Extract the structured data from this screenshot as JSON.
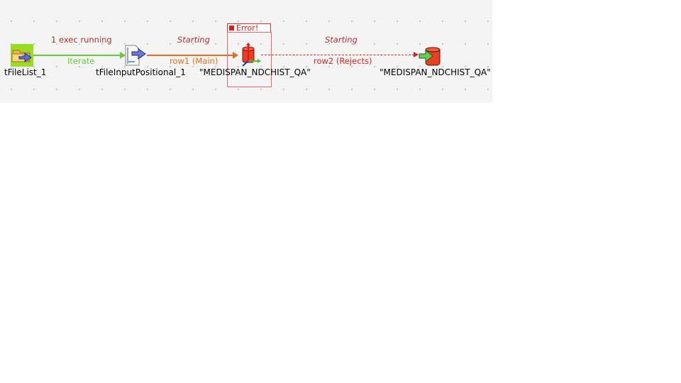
{
  "canvas": {
    "background": "#f4f4f4",
    "nodes": [
      {
        "id": "tFileList_1",
        "label": "tFileList_1",
        "icon": "folder-arrow-icon"
      },
      {
        "id": "tFileInputPositional_1",
        "label": "tFileInputPositional_1",
        "icon": "file-input-positional-icon"
      },
      {
        "id": "db_output_1",
        "label": "\"MEDISPAN_NDCHIST_QA\"",
        "icon": "database-output-icon",
        "error_badge": "Error!"
      },
      {
        "id": "db_output_2",
        "label": "\"MEDISPAN_NDCHIST_QA\"",
        "icon": "database-input-icon"
      }
    ],
    "connections": [
      {
        "from": "tFileList_1",
        "to": "tFileInputPositional_1",
        "label": "Iterate",
        "status": "1 exec running",
        "color": "#66cc33"
      },
      {
        "from": "tFileInputPositional_1",
        "to": "db_output_1",
        "label": "row1 (Main)",
        "status": "Starting",
        "color": "#e07020"
      },
      {
        "from": "db_output_1",
        "to": "db_output_2",
        "label": "row2 (Rejects)",
        "status": "Starting",
        "color": "#dd2222"
      }
    ]
  }
}
